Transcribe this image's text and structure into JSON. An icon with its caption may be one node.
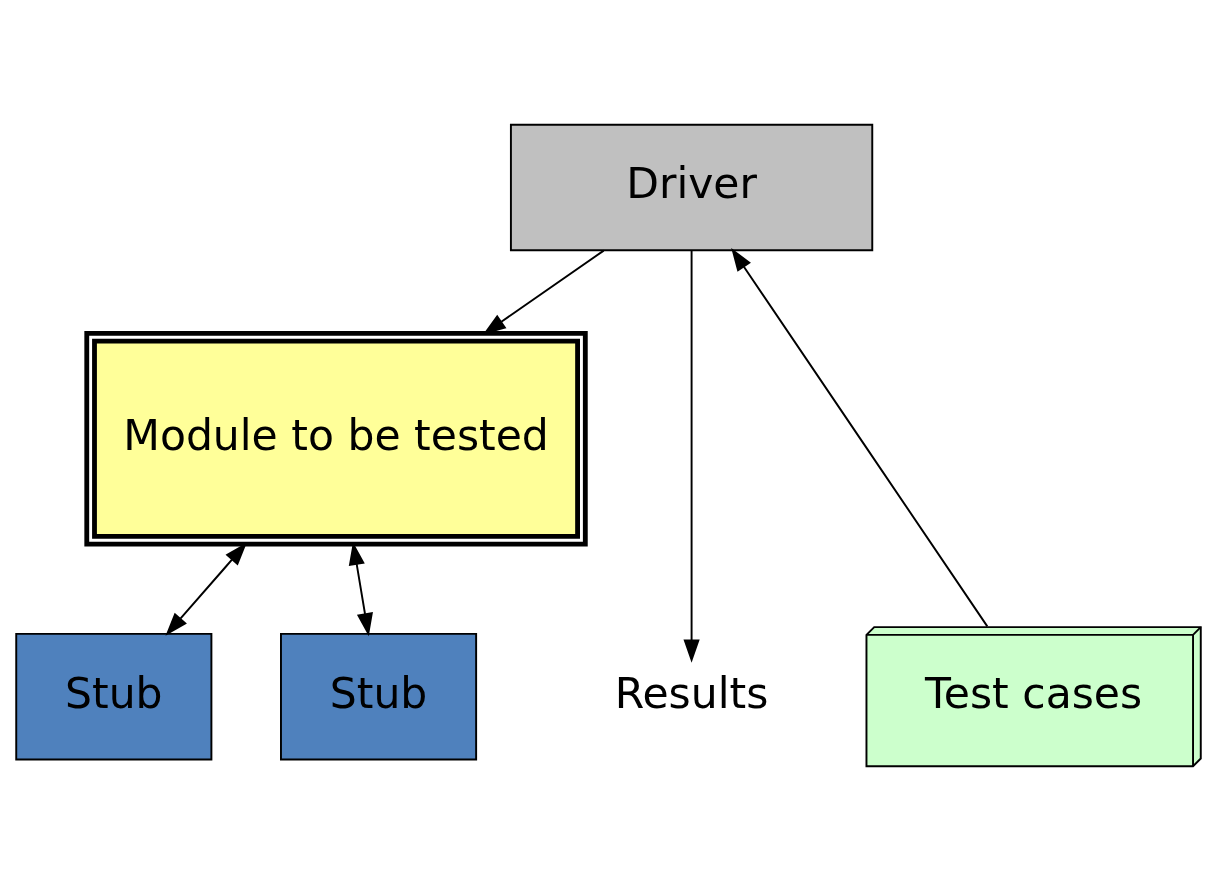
{
  "diagram": {
    "nodes": [
      {
        "text": [
          "Driver"
        ]
      },
      {
        "text": [
          "Module to be tested"
        ]
      },
      {
        "text": [
          "Stub"
        ]
      },
      {
        "text": [
          "Stub"
        ]
      },
      {
        "text": [
          "Results"
        ]
      },
      {
        "text": [
          "Test cases"
        ]
      }
    ],
    "edges": [
      {
        "from": 0,
        "to": 1,
        "arrow": "to"
      },
      {
        "from": 1,
        "to": 2,
        "arrow": "both"
      },
      {
        "from": 1,
        "to": 3,
        "arrow": "both"
      },
      {
        "from": 0,
        "to": 4,
        "arrow": "to"
      },
      {
        "from": 5,
        "to": 0,
        "arrow": "to"
      }
    ]
  }
}
